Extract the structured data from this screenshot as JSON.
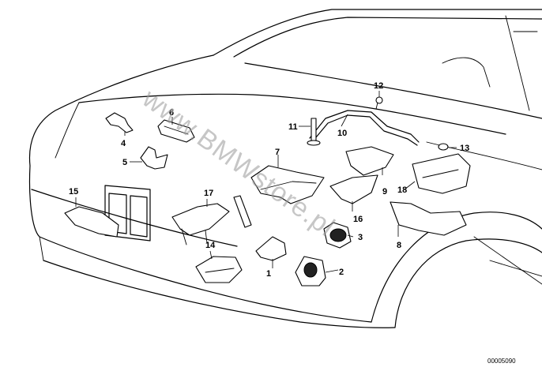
{
  "watermark": "www.BMWstore.pl",
  "diagram_code": "00005090",
  "callouts": [
    "1",
    "2",
    "3",
    "4",
    "5",
    "6",
    "7",
    "8",
    "9",
    "10",
    "11",
    "12",
    "13",
    "14",
    "15",
    "16",
    "17",
    "18"
  ]
}
